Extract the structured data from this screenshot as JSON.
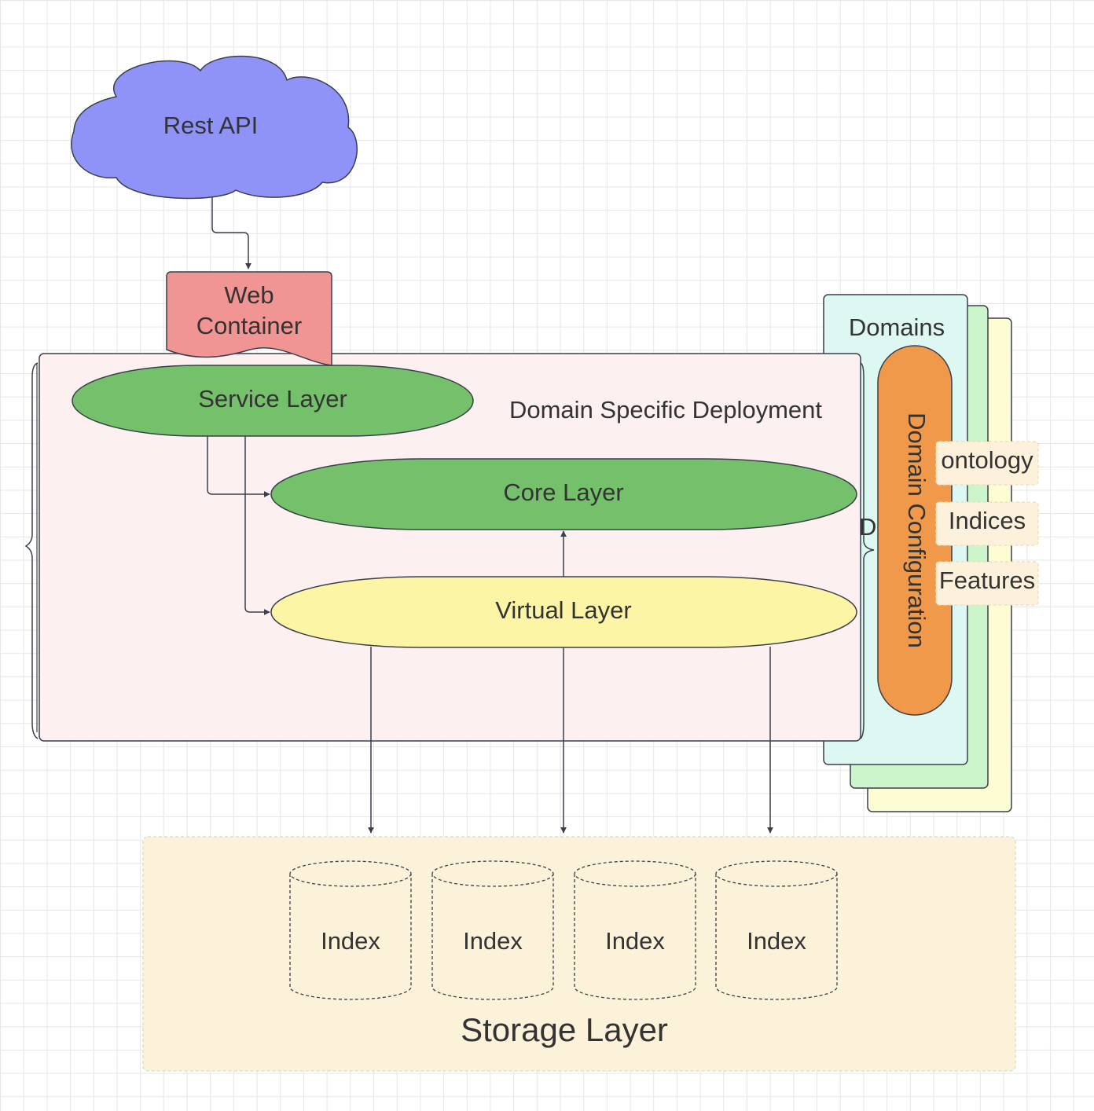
{
  "rest_api": {
    "label": "Rest API"
  },
  "web_container": {
    "line1": "Web",
    "line2": "Container"
  },
  "deployment": {
    "label": "Domain Specific Deployment",
    "clipped_text": "Do"
  },
  "service_layer": {
    "label": "Service Layer"
  },
  "core_layer": {
    "label": "Core Layer"
  },
  "virtual_layer": {
    "label": "Virtual Layer"
  },
  "domains": {
    "label": "Domains",
    "configuration": "Domain Configuration",
    "items": [
      "ontology",
      "Indices",
      "Features"
    ]
  },
  "storage": {
    "label": "Storage Layer",
    "indexes": [
      "Index",
      "Index",
      "Index",
      "Index"
    ]
  },
  "colors": {
    "cloud": "#8f93f8",
    "web_container": "#f09593",
    "deployment_bg": "#fdf0f0",
    "layer_green": "#74c06b",
    "layer_yellow": "#fdf5a6",
    "domains_front": "#ddf7f3",
    "domains_middle": "#cdf5cc",
    "domains_back": "#fdfcd3",
    "configuration": "#f0994a",
    "item_bg": "#fdf1dc",
    "storage_bg": "#fcf1d9",
    "stroke": "#3a3f4b"
  }
}
